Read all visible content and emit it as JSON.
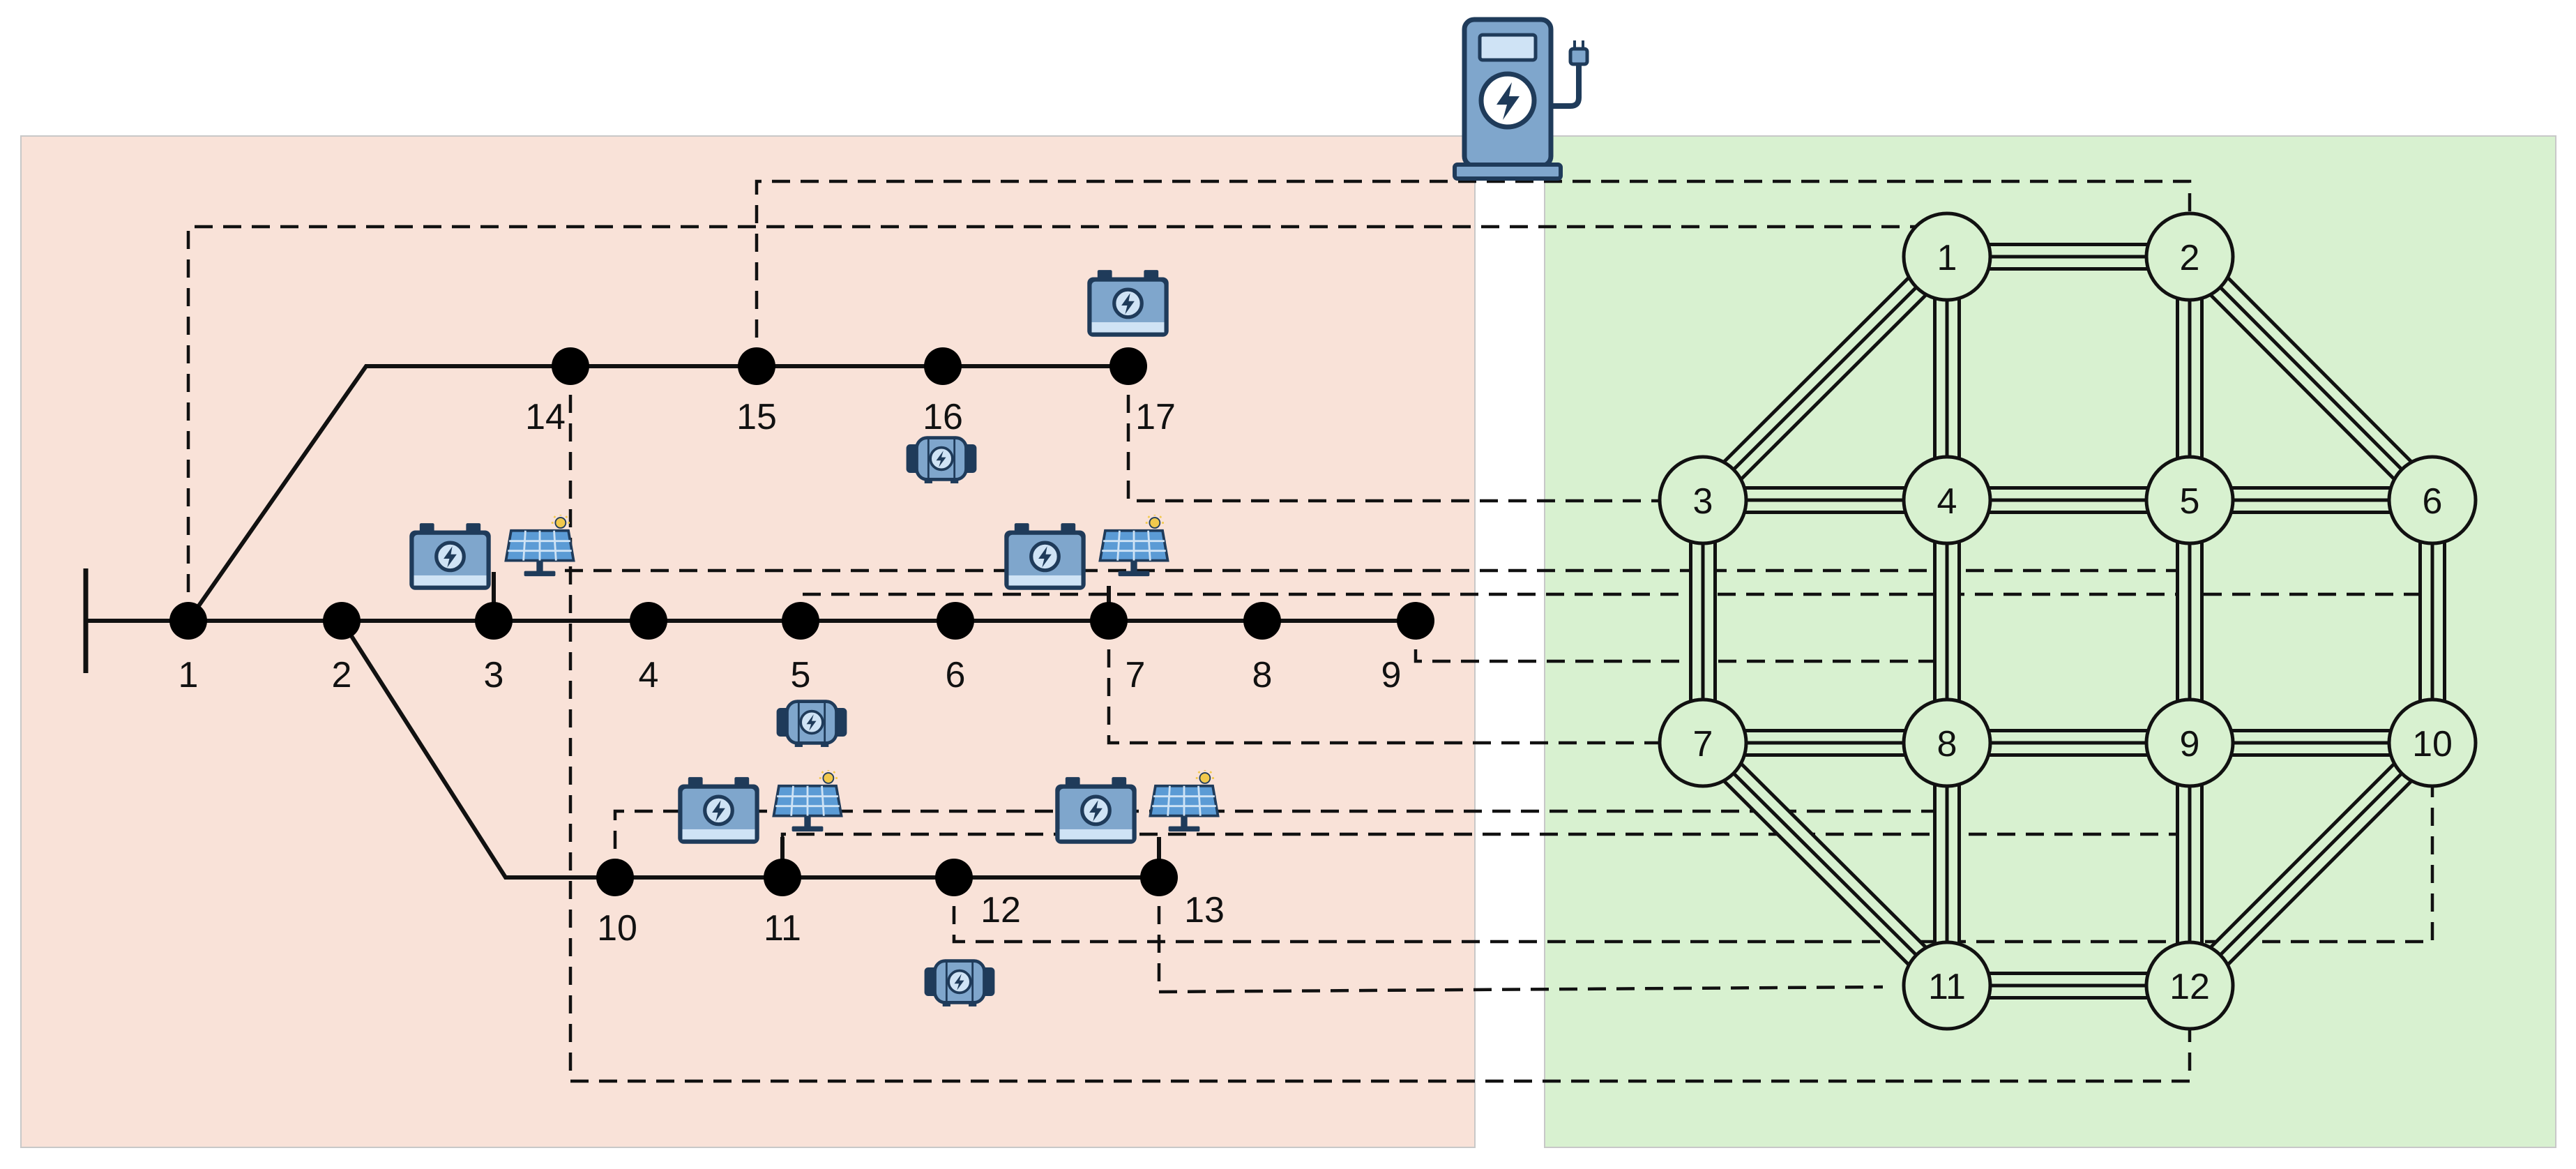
{
  "colors": {
    "power_bg": "#f9e2d8",
    "traffic_bg": "#d8f1d0",
    "panel_border": "#c8c8c8",
    "line": "#111111",
    "node_fill": "#000000",
    "traffic_node_fill": "#d8f1d0",
    "icon_body": "#7fa6cc",
    "icon_dark": "#1f3b5a",
    "icon_light": "#cfe3f5",
    "sun": "#f2c94c"
  },
  "power_network": {
    "buses": [
      {
        "id": "1"
      },
      {
        "id": "2"
      },
      {
        "id": "3"
      },
      {
        "id": "4"
      },
      {
        "id": "5"
      },
      {
        "id": "6"
      },
      {
        "id": "7"
      },
      {
        "id": "8"
      },
      {
        "id": "9"
      },
      {
        "id": "10"
      },
      {
        "id": "11"
      },
      {
        "id": "12"
      },
      {
        "id": "13"
      },
      {
        "id": "14"
      },
      {
        "id": "15"
      },
      {
        "id": "16"
      },
      {
        "id": "17"
      }
    ],
    "devices": [
      {
        "type": "battery-icon",
        "near_bus": "17"
      },
      {
        "type": "generator-icon",
        "near_bus": "16"
      },
      {
        "type": "battery-icon",
        "near_bus": "3"
      },
      {
        "type": "solar-panel-icon",
        "near_bus": "3"
      },
      {
        "type": "battery-icon",
        "near_bus": "7"
      },
      {
        "type": "solar-panel-icon",
        "near_bus": "7"
      },
      {
        "type": "generator-icon",
        "near_bus": "5"
      },
      {
        "type": "battery-icon",
        "near_bus": "11"
      },
      {
        "type": "solar-panel-icon",
        "near_bus": "11"
      },
      {
        "type": "battery-icon",
        "near_bus": "13"
      },
      {
        "type": "solar-panel-icon",
        "near_bus": "13"
      },
      {
        "type": "generator-icon",
        "near_bus": "12"
      }
    ]
  },
  "traffic_network": {
    "nodes": [
      {
        "id": "1"
      },
      {
        "id": "2"
      },
      {
        "id": "3"
      },
      {
        "id": "4"
      },
      {
        "id": "5"
      },
      {
        "id": "6"
      },
      {
        "id": "7"
      },
      {
        "id": "8"
      },
      {
        "id": "9"
      },
      {
        "id": "10"
      },
      {
        "id": "11"
      },
      {
        "id": "12"
      }
    ],
    "roads": [
      [
        "1",
        "2"
      ],
      [
        "1",
        "3"
      ],
      [
        "1",
        "4"
      ],
      [
        "2",
        "5"
      ],
      [
        "2",
        "6"
      ],
      [
        "3",
        "4"
      ],
      [
        "4",
        "5"
      ],
      [
        "5",
        "6"
      ],
      [
        "3",
        "7"
      ],
      [
        "4",
        "8"
      ],
      [
        "5",
        "9"
      ],
      [
        "6",
        "10"
      ],
      [
        "7",
        "8"
      ],
      [
        "8",
        "9"
      ],
      [
        "9",
        "10"
      ],
      [
        "7",
        "11"
      ],
      [
        "8",
        "11"
      ],
      [
        "9",
        "12"
      ],
      [
        "10",
        "12"
      ],
      [
        "11",
        "12"
      ]
    ]
  },
  "coupling_links": [
    {
      "power_bus": "1",
      "traffic_node": "1"
    },
    {
      "power_bus": "15",
      "traffic_node": "2"
    },
    {
      "power_bus": "17",
      "traffic_node": "3"
    },
    {
      "power_bus": "3",
      "traffic_node": "5"
    },
    {
      "power_bus": "5",
      "traffic_node": "6"
    },
    {
      "power_bus": "9",
      "traffic_node": "4"
    },
    {
      "power_bus": "7",
      "traffic_node": "7"
    },
    {
      "power_bus": "10",
      "traffic_node": "8"
    },
    {
      "power_bus": "11",
      "traffic_node": "9"
    },
    {
      "power_bus": "12",
      "traffic_node": "10"
    },
    {
      "power_bus": "13",
      "traffic_node": "11"
    },
    {
      "power_bus": "14",
      "traffic_node": "12"
    }
  ],
  "charging_station": {
    "icon": "ev-charging-station-icon"
  }
}
